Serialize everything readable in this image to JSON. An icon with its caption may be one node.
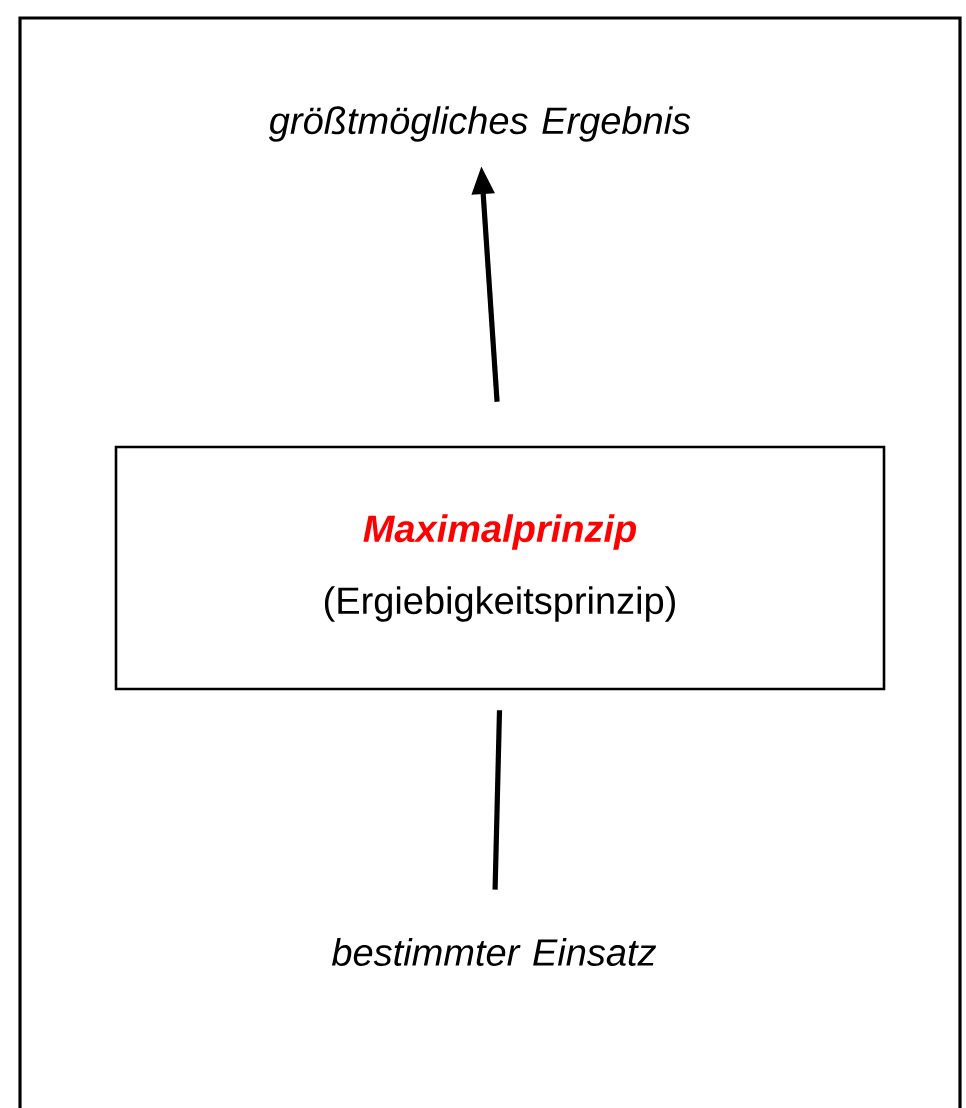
{
  "diagram": {
    "nodes": [
      {
        "text": [
          "größtmögliches Ergebnis"
        ]
      },
      {
        "text": [
          "Maximalprinzip",
          "(Ergiebigkeitsprinzip)"
        ]
      },
      {
        "text": [
          "bestimmter Einsatz"
        ]
      }
    ],
    "edges": [
      {
        "from": 1,
        "to": 0,
        "arrow": "to"
      },
      {
        "from": 2,
        "to": 1,
        "arrow": "none"
      }
    ]
  }
}
